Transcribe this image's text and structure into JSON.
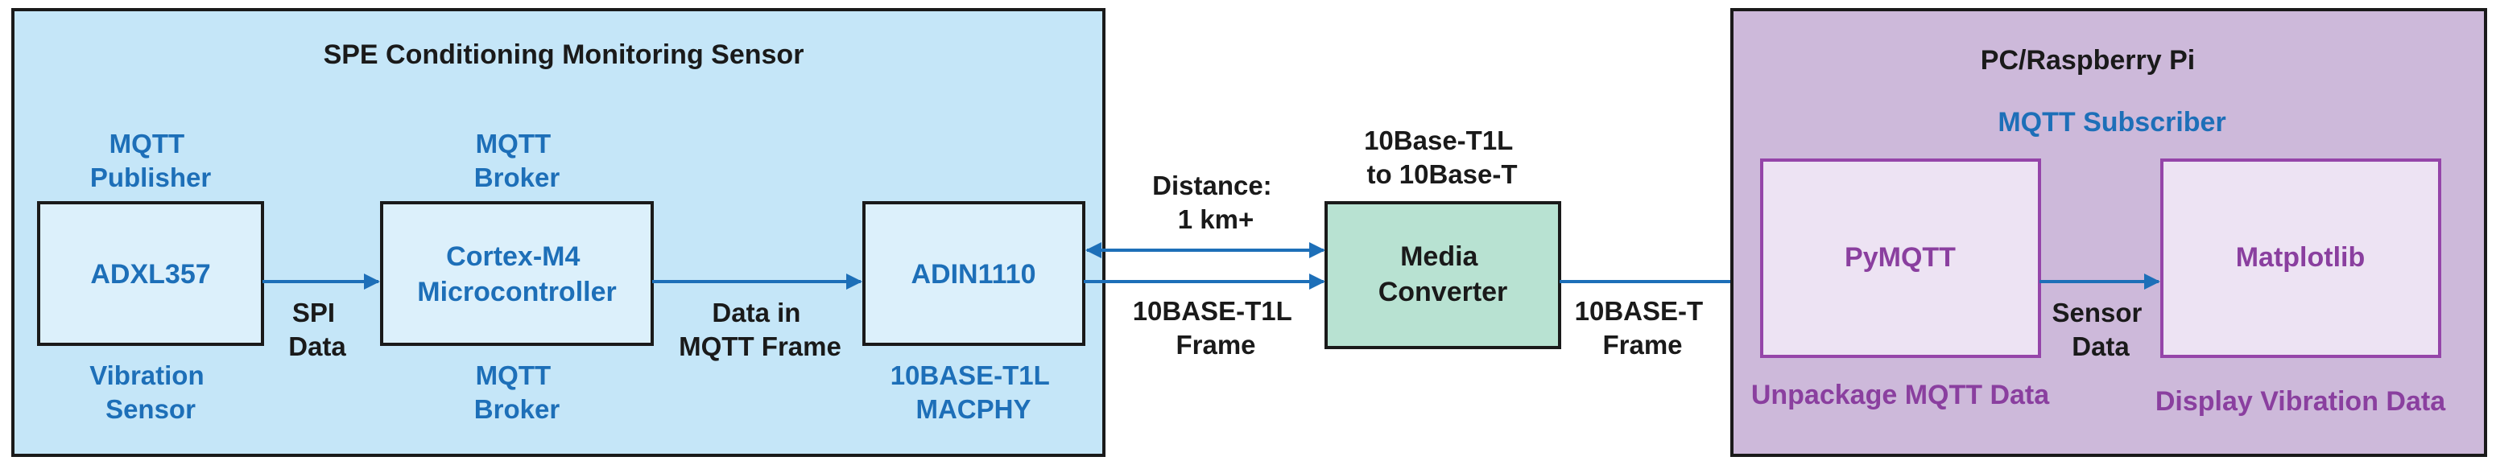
{
  "colors": {
    "sensor_panel_fill": "#c5e6f8",
    "sensor_box_fill": "#dcf0fb",
    "pc_panel_fill": "#cdb9da",
    "pc_box_fill": "#ede3f3",
    "media_converter_fill": "#b8e2d2",
    "outline": "#1a1a1a",
    "pc_outline": "#9545a9",
    "blue_text": "#1d6fb8",
    "purple_text": "#8a3f9f",
    "dark_text": "#1a1a1a",
    "arrow": "#1d6fb8"
  },
  "sensor_panel": {
    "title": "SPE Conditioning Monitoring Sensor",
    "publisher_label": [
      "MQTT",
      "Publisher"
    ],
    "broker_top_label": [
      "MQTT",
      "Broker"
    ],
    "adxl": "ADXL357",
    "cortex": [
      "Cortex-M4",
      "Microcontroller"
    ],
    "adin": "ADIN1110",
    "vibration_label": [
      "Vibration",
      "Sensor"
    ],
    "broker_bottom_label": [
      "MQTT",
      "Broker"
    ],
    "macphy_label": [
      "10BASE-T1L",
      "MACPHY"
    ],
    "spi_label": [
      "SPI",
      "Data"
    ],
    "mqtt_frame_label": [
      "Data in",
      "MQTT Frame"
    ]
  },
  "link": {
    "distance_label": [
      "Distance:",
      "1 km+"
    ],
    "t1l_frame_label": [
      "10BASE-T1L",
      "Frame"
    ],
    "converter_title": [
      "10Base-T1L",
      "to 10Base-T"
    ],
    "media_converter": [
      "Media",
      "Converter"
    ],
    "t_frame_label": [
      "10BASE-T",
      "Frame"
    ]
  },
  "pc_panel": {
    "title": "PC/Raspberry Pi",
    "subscriber_label": "MQTT Subscriber",
    "pymqtt": "PyMQTT",
    "matplotlib": "Matplotlib",
    "sensor_data_label": [
      "Sensor",
      "Data"
    ],
    "unpackage_label": "Unpackage MQTT Data",
    "display_label": "Display Vibration Data"
  }
}
